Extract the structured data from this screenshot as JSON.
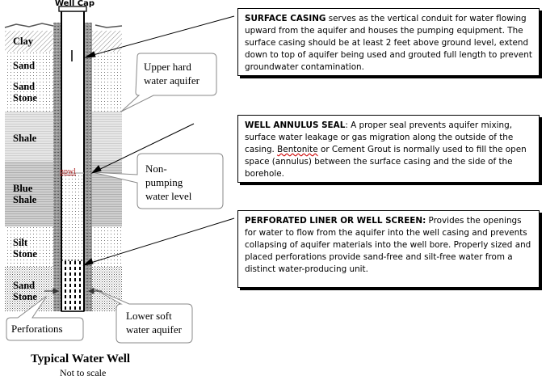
{
  "diagram": {
    "well_cap_label": "Well Cap",
    "layers": [
      {
        "id": "clay",
        "label": "Clay"
      },
      {
        "id": "sand",
        "label": "Sand"
      },
      {
        "id": "sand-stone-1",
        "label": "Sand\nStone"
      },
      {
        "id": "shale",
        "label": "Shale"
      },
      {
        "id": "blue-shale",
        "label": "Blue\nShale"
      },
      {
        "id": "silt-stone",
        "label": "Silt\nStone"
      },
      {
        "id": "sand-stone-2",
        "label": "Sand\nStone"
      }
    ],
    "npwl_label": "npwl",
    "callouts": {
      "upper_aquifer": "Upper hard\nwater aquifer",
      "npwl": "Non-\npumping\nwater level",
      "perforations": "Perforations",
      "lower_aquifer": "Lower soft\nwater aquifer"
    },
    "boxes": {
      "surface_casing": {
        "heading": "SURFACE CASING",
        "text": " serves as the vertical conduit for water flowing upward from the aquifer and houses the pumping equipment. The surface casing should be at least 2 feet above ground level, extend down to top of aquifer being used and grouted full length to prevent groundwater contamination."
      },
      "annulus_seal": {
        "heading": "WELL ANNULUS SEAL",
        "text_before": ": A proper seal prevents aquifer mixing, surface water leakage or gas migration along the outside of the casing. ",
        "underlined": "Bentonite",
        "text_after": " or Cement Grout is normally used to fill the open space (annulus) between the surface casing and the side of the borehole."
      },
      "perforated_liner": {
        "heading": "PERFORATED LINER OR WELL SCREEN:",
        "text": " Provides the openings for water to flow from the aquifer into the well casing and prevents collapsing of aquifer materials into the well bore. Properly sized and placed perforations provide sand-free and silt-free water from a distinct water-producing unit."
      }
    },
    "title": "Typical Water Well",
    "subtitle": "Not to scale"
  }
}
